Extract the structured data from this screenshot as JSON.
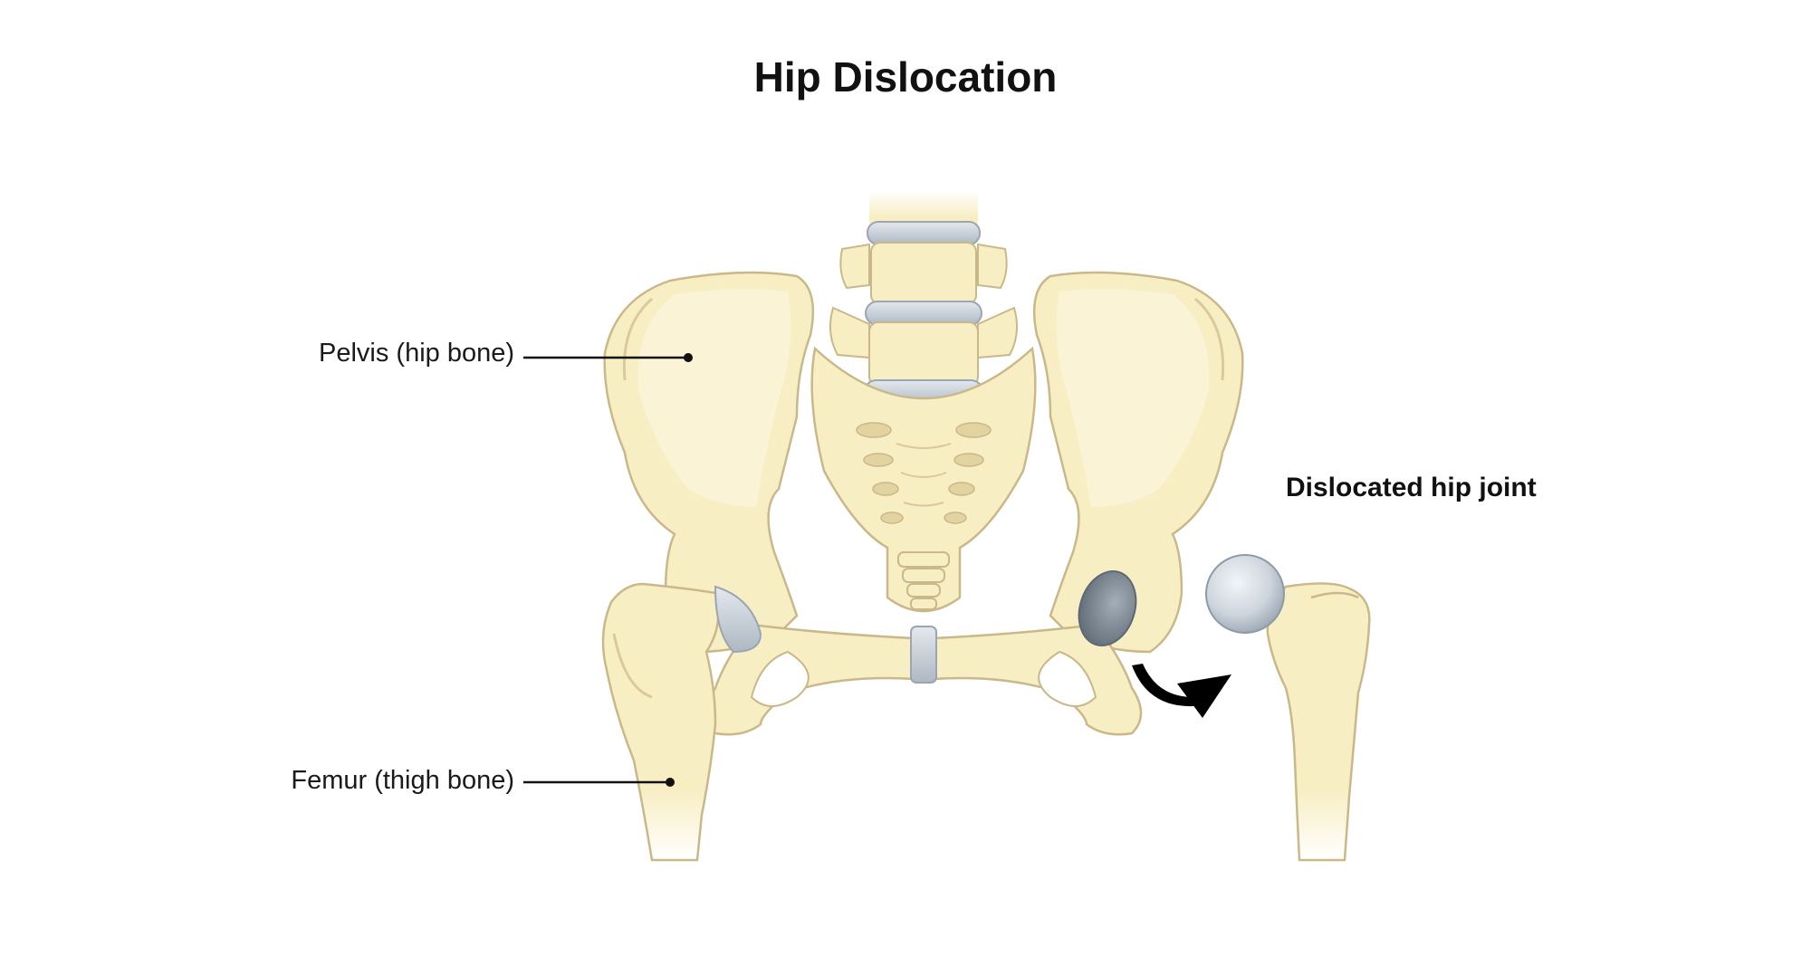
{
  "title": "Hip Dislocation",
  "labels": {
    "pelvis": "Pelvis (hip bone)",
    "femur": "Femur (thigh bone)",
    "dislocated_joint": "Dislocated hip joint"
  },
  "colors": {
    "bone_fill": "#f8eec4",
    "bone_outline": "#c9b889",
    "cartilage": "#c3ccd6",
    "socket": "#6c7783",
    "femoral_head": "#d6dde4",
    "arrow": "#000000",
    "leader_line": "#111111"
  },
  "icons": {
    "dislocation_arrow": "curved-arrow-icon"
  }
}
